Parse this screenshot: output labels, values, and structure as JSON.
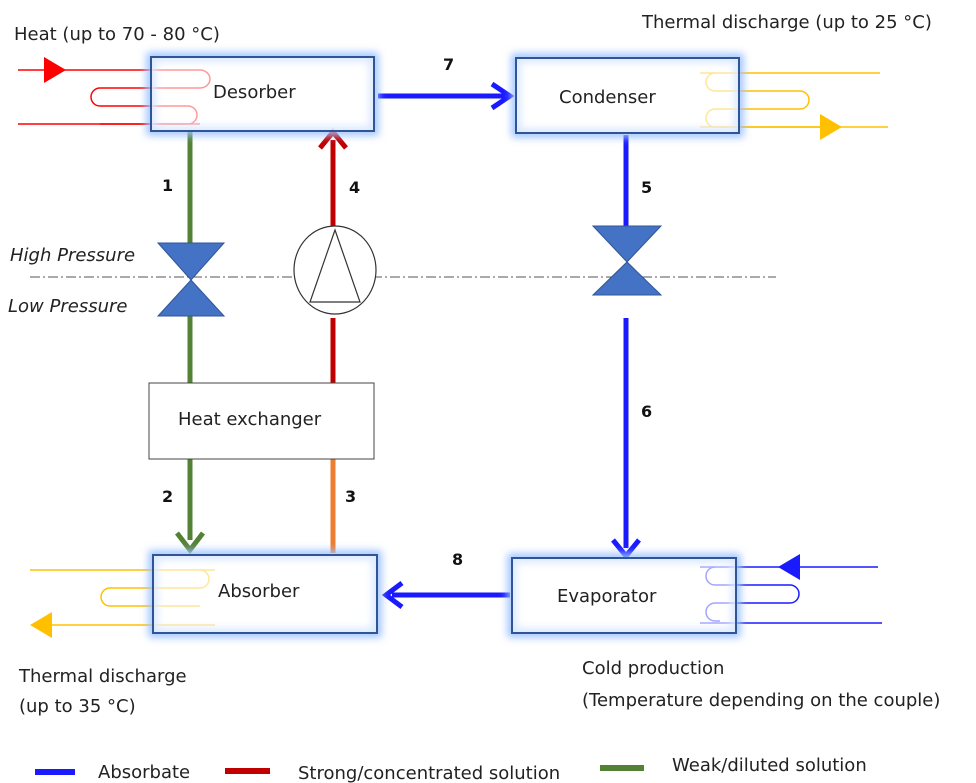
{
  "labels": {
    "heat_in": "Heat (up to 70 - 80 °C)",
    "thermal_discharge_top": "Thermal discharge (up to 25 °C)",
    "thermal_discharge_bottom_1": "Thermal discharge",
    "thermal_discharge_bottom_2": "(up to 35 °C)",
    "cold_production_1": "Cold production",
    "cold_production_2": "(Temperature depending on the couple)",
    "high_pressure": "High Pressure",
    "low_pressure": "Low Pressure"
  },
  "components": {
    "desorber": "Desorber",
    "condenser": "Condenser",
    "heat_exchanger": "Heat exchanger",
    "absorber": "Absorber",
    "evaporator": "Evaporator"
  },
  "flows": {
    "f1": "1",
    "f2": "2",
    "f3": "3",
    "f4": "4",
    "f5": "5",
    "f6": "6",
    "f7": "7",
    "f8": "8"
  },
  "legend": {
    "absorbate": "Absorbate",
    "strong": "Strong/concentrated solution",
    "weak": "Weak/diluted solution"
  },
  "colors": {
    "absorbate": "#1a1aff",
    "strong": "#c00000",
    "weak": "#548235",
    "orange": "#ed7d31",
    "heat_red": "#ff0000",
    "discharge_yellow": "#ffc000",
    "valve_fill": "#4472c4",
    "box_stroke": "#2f5597",
    "glow": "#9dc3ff"
  }
}
